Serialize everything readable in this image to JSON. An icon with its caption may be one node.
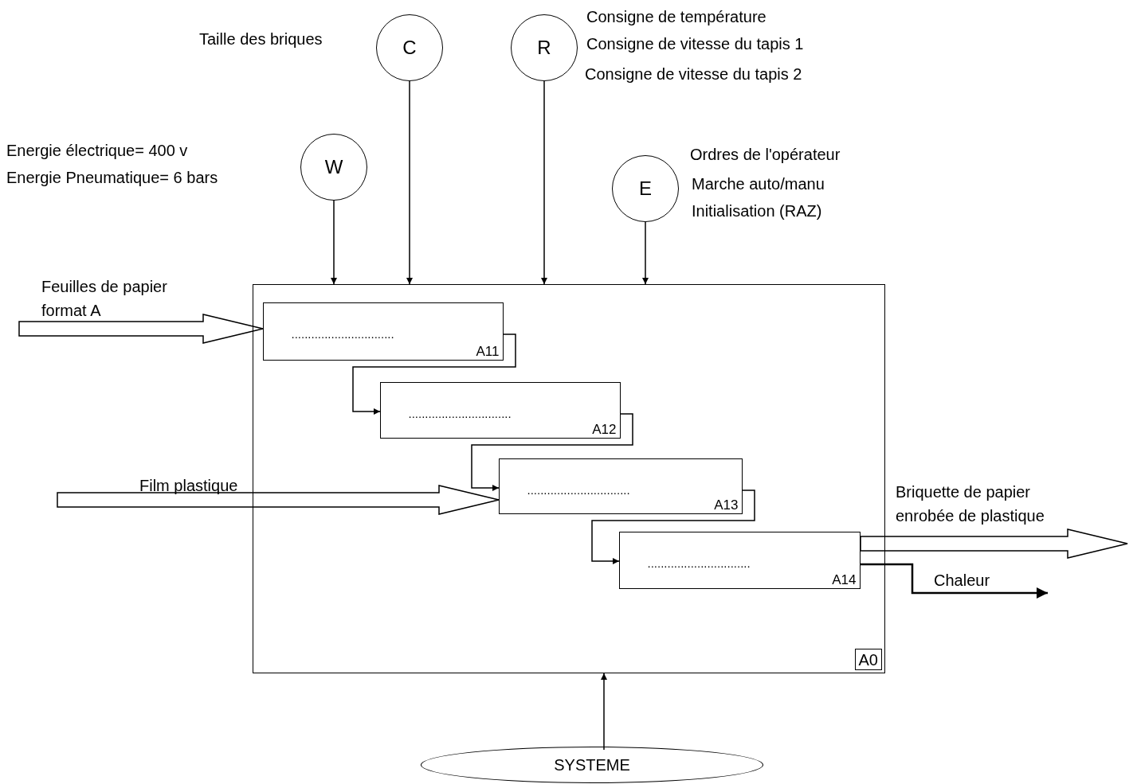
{
  "diagram": {
    "nodes": [
      {
        "text": [
          "A0"
        ]
      },
      {
        "text": [
          "...............................",
          "A11"
        ],
        "in": 0
      },
      {
        "text": [
          "...............................",
          "A12"
        ],
        "in": 0
      },
      {
        "text": [
          "...............................",
          "A13"
        ],
        "in": 0
      },
      {
        "text": [
          "...............................",
          "A14"
        ],
        "in": 0
      },
      {
        "text": [
          "C"
        ],
        "beside": [
          "Taille des briques"
        ]
      },
      {
        "text": [
          "R"
        ],
        "beside": [
          "Consigne de température",
          "Consigne de vitesse du tapis 1",
          "Consigne de vitesse du tapis 2"
        ]
      },
      {
        "text": [
          "W"
        ],
        "beside": [
          "Energie électrique= 400 v",
          "Energie Pneumatique= 6 bars"
        ]
      },
      {
        "text": [
          "E"
        ],
        "beside": [
          "Ordres de l'opérateur",
          "Marche auto/manu",
          "Initialisation (RAZ)"
        ]
      },
      {
        "text": [
          "SYSTEME"
        ]
      }
    ],
    "edges": [
      {
        "from": 7,
        "to": 0,
        "arrow": "to"
      },
      {
        "from": 5,
        "to": 0,
        "arrow": "to"
      },
      {
        "from": 6,
        "to": 0,
        "arrow": "to"
      },
      {
        "from": 8,
        "to": 0,
        "arrow": "to"
      },
      {
        "from": 9,
        "to": 0,
        "arrow": "to"
      },
      {
        "from": null,
        "to": 1,
        "arrow": "to",
        "label": "Feuilles de papier format A",
        "style": "thick"
      },
      {
        "from": 1,
        "to": 2,
        "arrow": "to"
      },
      {
        "from": 2,
        "to": 3,
        "arrow": "to"
      },
      {
        "from": null,
        "to": 3,
        "arrow": "to",
        "label": "Film plastique",
        "style": "thick"
      },
      {
        "from": 3,
        "to": 4,
        "arrow": "to"
      },
      {
        "from": 4,
        "to": null,
        "arrow": "to",
        "label": "Briquette de papier enrobée de plastique",
        "style": "thick"
      },
      {
        "from": 4,
        "to": null,
        "arrow": "to",
        "label": "Chaleur"
      }
    ]
  }
}
